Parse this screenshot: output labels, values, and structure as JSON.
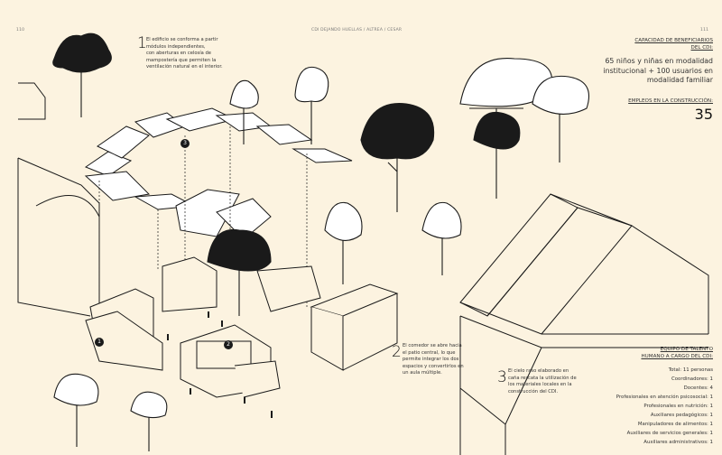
{
  "header": {
    "page_left": "110",
    "title": "CDI DEJANDO HUELLAS / ALTREA / CESAR",
    "page_right": "111"
  },
  "notes": [
    {
      "number": "1",
      "lines": [
        "El edificio se conforma a partir",
        "módulos independientes,",
        "con aberturas en celosía de",
        "mampostería que permiten la",
        "ventilación natural en el interior."
      ]
    },
    {
      "number": "2",
      "lines": [
        "El comedor se abre hacia",
        "el patio central, lo que",
        "permite integrar los dos",
        "espacios y convertirlos en",
        "un aula múltiple."
      ]
    },
    {
      "number": "3",
      "lines": [
        "El cielo raso elaborado en",
        "caña rescata la utilización de",
        "los materiales locales en la",
        "construcción del CDI."
      ]
    }
  ],
  "markers": [
    "1",
    "2",
    "3"
  ],
  "capacity": {
    "heading_lines": [
      "CAPACIDAD DE BENEFICIARIOS",
      "DEL CDI:"
    ],
    "lines": [
      "65 niños y niñas en modalidad",
      "institucional + 100 usuarios en",
      "modalidad familiar"
    ]
  },
  "jobs": {
    "heading": "EMPLEOS EN LA CONSTRUCCIÓN:",
    "value": "35"
  },
  "team": {
    "heading_lines": [
      "EQUIPO DE TALENTO",
      "HUMANO A CARGO DEL CDI:"
    ],
    "lines": [
      "Total: 11 personas",
      "Coordinadores: 1",
      "Docentes: 4",
      "Profesionales en atención psicosocial: 1",
      "Profesionales en nutrición: 1",
      "Auxiliares pedagógicos: 1",
      "Manipuladores de alimentos: 1",
      "Auxiliares de servicios generales: 1",
      "Auxiliares administrativos: 1"
    ]
  },
  "colors": {
    "paper": "#fcf3e0",
    "ink": "#1a1a1a"
  }
}
